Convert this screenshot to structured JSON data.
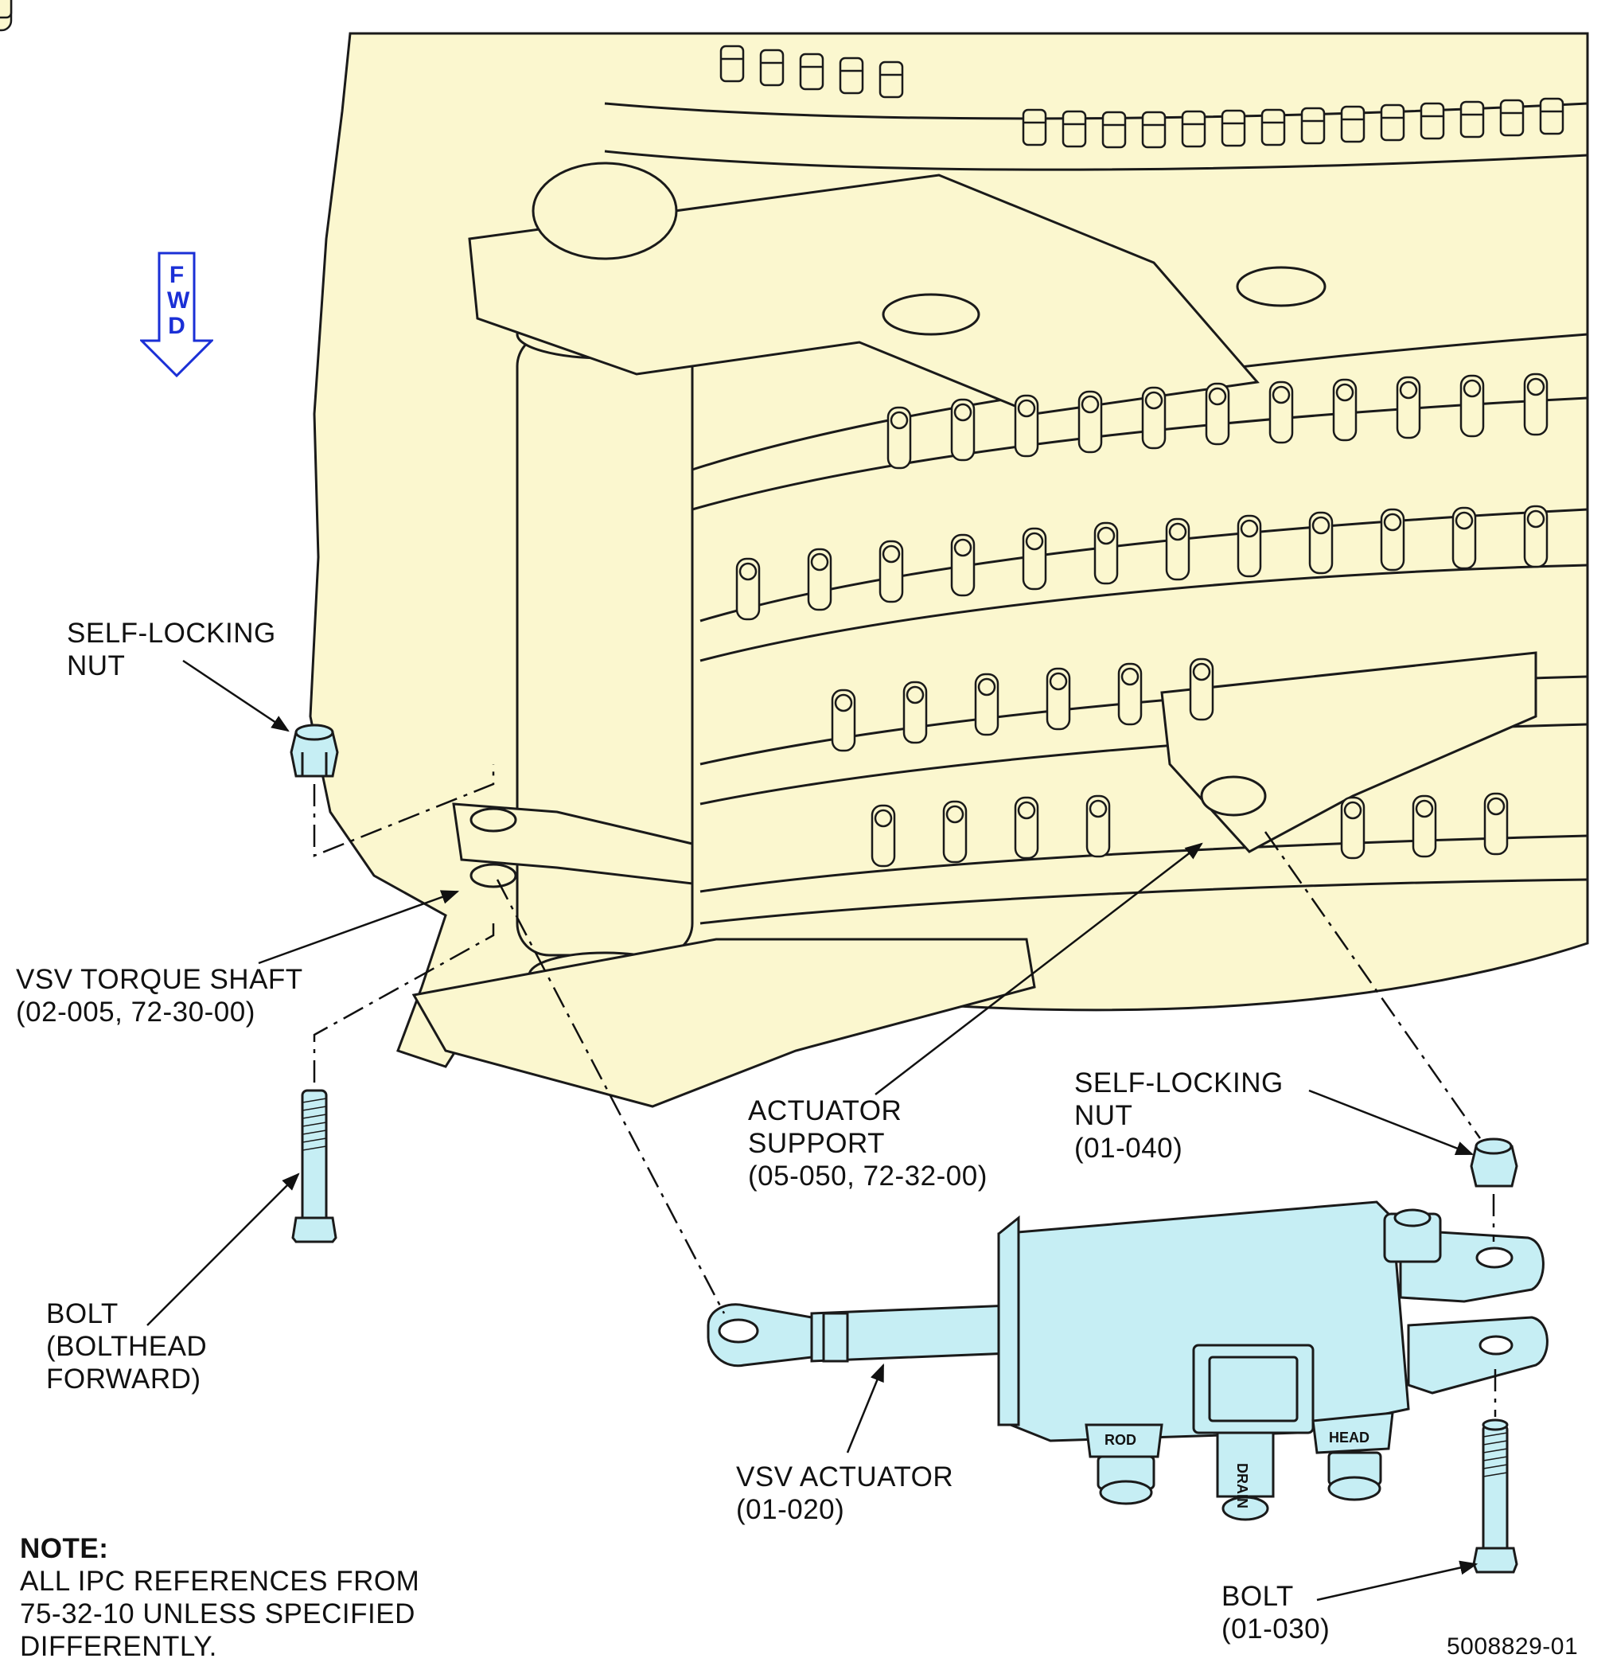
{
  "colors": {
    "engine_fill": "#fbf7cf",
    "component_fill": "#c6eef4",
    "outline": "#1a1a1a",
    "fwd_arrow": "#1a2fd6"
  },
  "fwd_arrow": {
    "letters": [
      "F",
      "W",
      "D"
    ]
  },
  "labels": {
    "self_locking_nut_left": [
      "SELF-LOCKING",
      "NUT"
    ],
    "vsv_torque_shaft": [
      "VSV TORQUE SHAFT",
      "(02-005, 72-30-00)"
    ],
    "bolt_left": [
      "BOLT",
      "(BOLTHEAD",
      "FORWARD)"
    ],
    "actuator_support": [
      "ACTUATOR",
      "SUPPORT",
      "(05-050, 72-32-00)"
    ],
    "self_locking_nut_right": [
      "SELF-LOCKING",
      "NUT",
      "(01-040)"
    ],
    "vsv_actuator": [
      "VSV ACTUATOR",
      "(01-020)"
    ],
    "bolt_right": [
      "BOLT",
      "(01-030)"
    ]
  },
  "port_labels": {
    "rod": "ROD",
    "drain": "DRAIN",
    "head": "HEAD"
  },
  "note": {
    "title": "NOTE:",
    "lines": [
      "ALL IPC REFERENCES FROM",
      "75-32-10 UNLESS SPECIFIED",
      "DIFFERENTLY."
    ]
  },
  "figure_number": "5008829-01"
}
